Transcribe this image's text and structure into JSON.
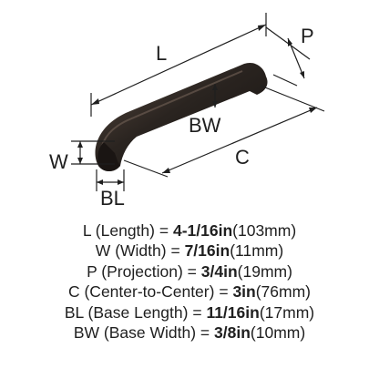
{
  "colors": {
    "ink": "#1f1f1f",
    "handle": "#2a2420",
    "handle_highlight": "#5a4a40",
    "background": "#ffffff"
  },
  "diagram": {
    "labels": {
      "L": "L",
      "P": "P",
      "W": "W",
      "BW": "BW",
      "C": "C",
      "BL": "BL"
    }
  },
  "specs": [
    {
      "abbr": "L",
      "name": "(Length)",
      "eq": "=",
      "value": "4-1/16in",
      "metric": "(103mm)"
    },
    {
      "abbr": "W",
      "name": "(Width)",
      "eq": "=",
      "value": "7/16in",
      "metric": "(11mm)"
    },
    {
      "abbr": "P",
      "name": "(Projection)",
      "eq": "=",
      "value": "3/4in",
      "metric": "(19mm)"
    },
    {
      "abbr": "C",
      "name": "(Center-to-Center)",
      "eq": "=",
      "value": "3in",
      "metric": "(76mm)"
    },
    {
      "abbr": "BL",
      "name": "(Base Length)",
      "eq": "=",
      "value": "11/16in",
      "metric": "(17mm)"
    },
    {
      "abbr": "BW",
      "name": "(Base Width)",
      "eq": "=",
      "value": "3/8in",
      "metric": "(10mm)"
    }
  ]
}
